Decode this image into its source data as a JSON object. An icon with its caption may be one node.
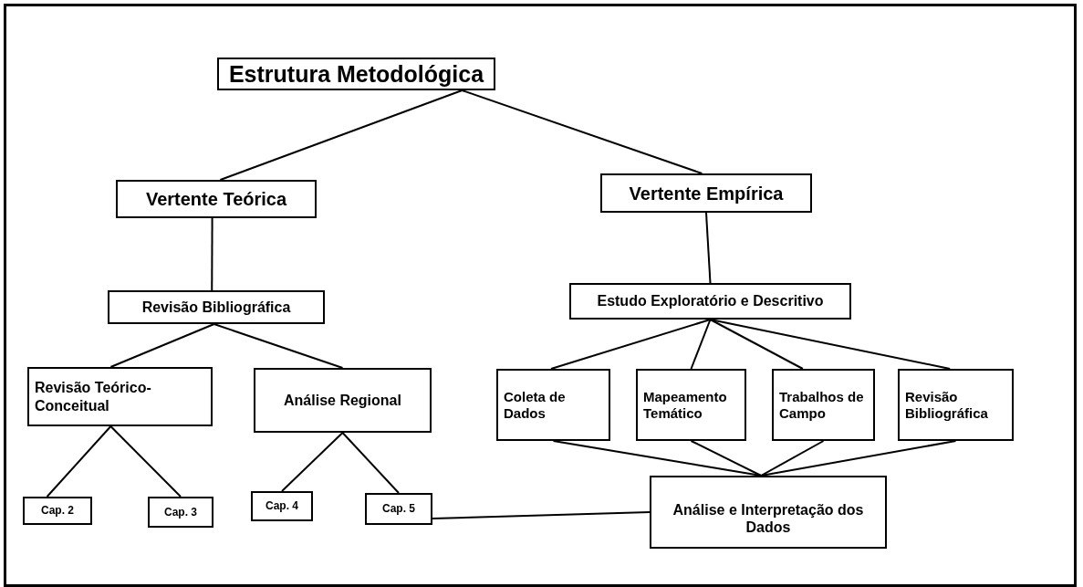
{
  "diagram": {
    "nodes": [
      {
        "text": [
          "Estrutura Metodológica"
        ]
      },
      {
        "text": [
          "Vertente Teórica"
        ]
      },
      {
        "text": [
          "Vertente Empírica"
        ]
      },
      {
        "text": [
          "Revisão Bibliográfica"
        ]
      },
      {
        "text": [
          "Estudo Exploratório e Descritivo"
        ]
      },
      {
        "text": [
          "Revisão Teórico-Conceitual"
        ]
      },
      {
        "text": [
          "Análise Regional"
        ]
      },
      {
        "text": [
          "Coleta de Dados"
        ]
      },
      {
        "text": [
          "Mapeamento Temático"
        ]
      },
      {
        "text": [
          "Trabalhos de Campo"
        ]
      },
      {
        "text": [
          "Revisão Bibliográfica"
        ]
      },
      {
        "text": [
          "Cap. 2"
        ]
      },
      {
        "text": [
          "Cap. 3"
        ]
      },
      {
        "text": [
          "Cap. 4"
        ]
      },
      {
        "text": [
          "Cap. 5"
        ]
      },
      {
        "text": [
          "Análise e Interpretação dos Dados"
        ]
      }
    ],
    "edges": [
      {
        "from": 0,
        "to": 1,
        "arrow": "none"
      },
      {
        "from": 0,
        "to": 2,
        "arrow": "none"
      },
      {
        "from": 1,
        "to": 3,
        "arrow": "none"
      },
      {
        "from": 2,
        "to": 4,
        "arrow": "none"
      },
      {
        "from": 3,
        "to": 5,
        "arrow": "none"
      },
      {
        "from": 3,
        "to": 6,
        "arrow": "none"
      },
      {
        "from": 4,
        "to": 7,
        "arrow": "none"
      },
      {
        "from": 4,
        "to": 8,
        "arrow": "none"
      },
      {
        "from": 4,
        "to": 9,
        "arrow": "none"
      },
      {
        "from": 4,
        "to": 10,
        "arrow": "none"
      },
      {
        "from": 5,
        "to": 11,
        "arrow": "none"
      },
      {
        "from": 5,
        "to": 12,
        "arrow": "none"
      },
      {
        "from": 6,
        "to": 13,
        "arrow": "none"
      },
      {
        "from": 6,
        "to": 14,
        "arrow": "none"
      },
      {
        "from": 7,
        "to": 15,
        "arrow": "none"
      },
      {
        "from": 8,
        "to": 15,
        "arrow": "none"
      },
      {
        "from": 9,
        "to": 15,
        "arrow": "none"
      },
      {
        "from": 10,
        "to": 15,
        "arrow": "none"
      },
      {
        "from": 14,
        "to": 15,
        "arrow": "none"
      }
    ]
  }
}
